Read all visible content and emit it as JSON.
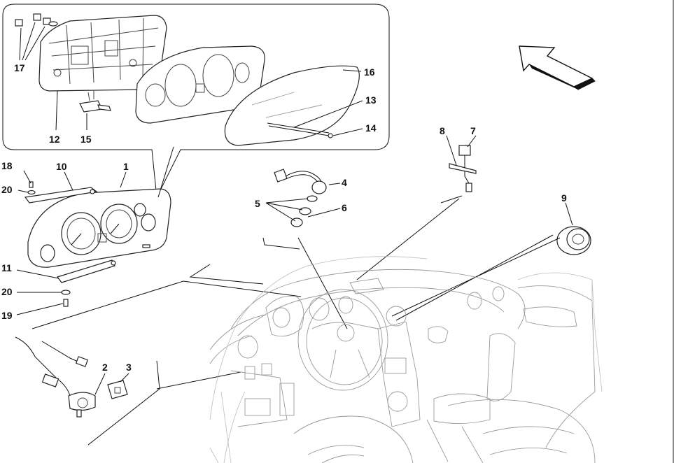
{
  "callouts": [
    {
      "id": "c1",
      "text": "1"
    },
    {
      "id": "c2",
      "text": "2"
    },
    {
      "id": "c3",
      "text": "3"
    },
    {
      "id": "c4",
      "text": "4"
    },
    {
      "id": "c5",
      "text": "5"
    },
    {
      "id": "c6",
      "text": "6"
    },
    {
      "id": "c7",
      "text": "7"
    },
    {
      "id": "c8",
      "text": "8"
    },
    {
      "id": "c9",
      "text": "9"
    },
    {
      "id": "c10",
      "text": "10"
    },
    {
      "id": "c11",
      "text": "11"
    },
    {
      "id": "c12",
      "text": "12"
    },
    {
      "id": "c13",
      "text": "13"
    },
    {
      "id": "c14",
      "text": "14"
    },
    {
      "id": "c15",
      "text": "15"
    },
    {
      "id": "c16",
      "text": "16"
    },
    {
      "id": "c17",
      "text": "17"
    },
    {
      "id": "c18",
      "text": "18"
    },
    {
      "id": "c19",
      "text": "19"
    },
    {
      "id": "c20a",
      "text": "20"
    },
    {
      "id": "c20b",
      "text": "20"
    }
  ]
}
